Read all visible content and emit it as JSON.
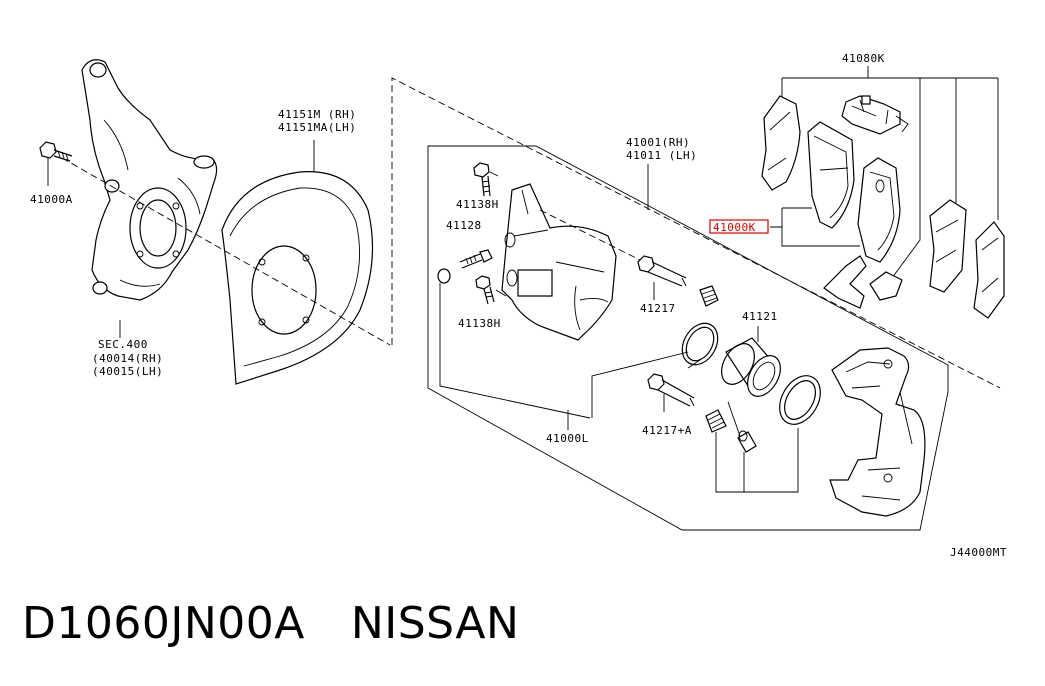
{
  "callouts": {
    "knuckle_bolt": "41000A",
    "knuckle_sec": "SEC.400",
    "knuckle_rh": "(40014(RH)",
    "knuckle_lh": "(40015(LH)",
    "shield_rh": "41151M (RH)",
    "shield_lh": "41151MA(LH)",
    "caliper_rh": "41001(RH)",
    "caliper_lh": "41011 (LH)",
    "bolt_upper": "41138H",
    "bleeder": "41128",
    "bolt_lower": "41138H",
    "pin": "41217",
    "seal_kit": "41121",
    "caliper_assy": "41000L",
    "pin_a": "41217+A",
    "pad_kit": "41080K",
    "pad_set": "41000K"
  },
  "diagram_code": "J44000MT",
  "footer": {
    "part_number": "D1060JN00A",
    "brand": "NISSAN"
  },
  "colors": {
    "highlight": "#e00000",
    "line": "#000000",
    "background": "#ffffff"
  }
}
